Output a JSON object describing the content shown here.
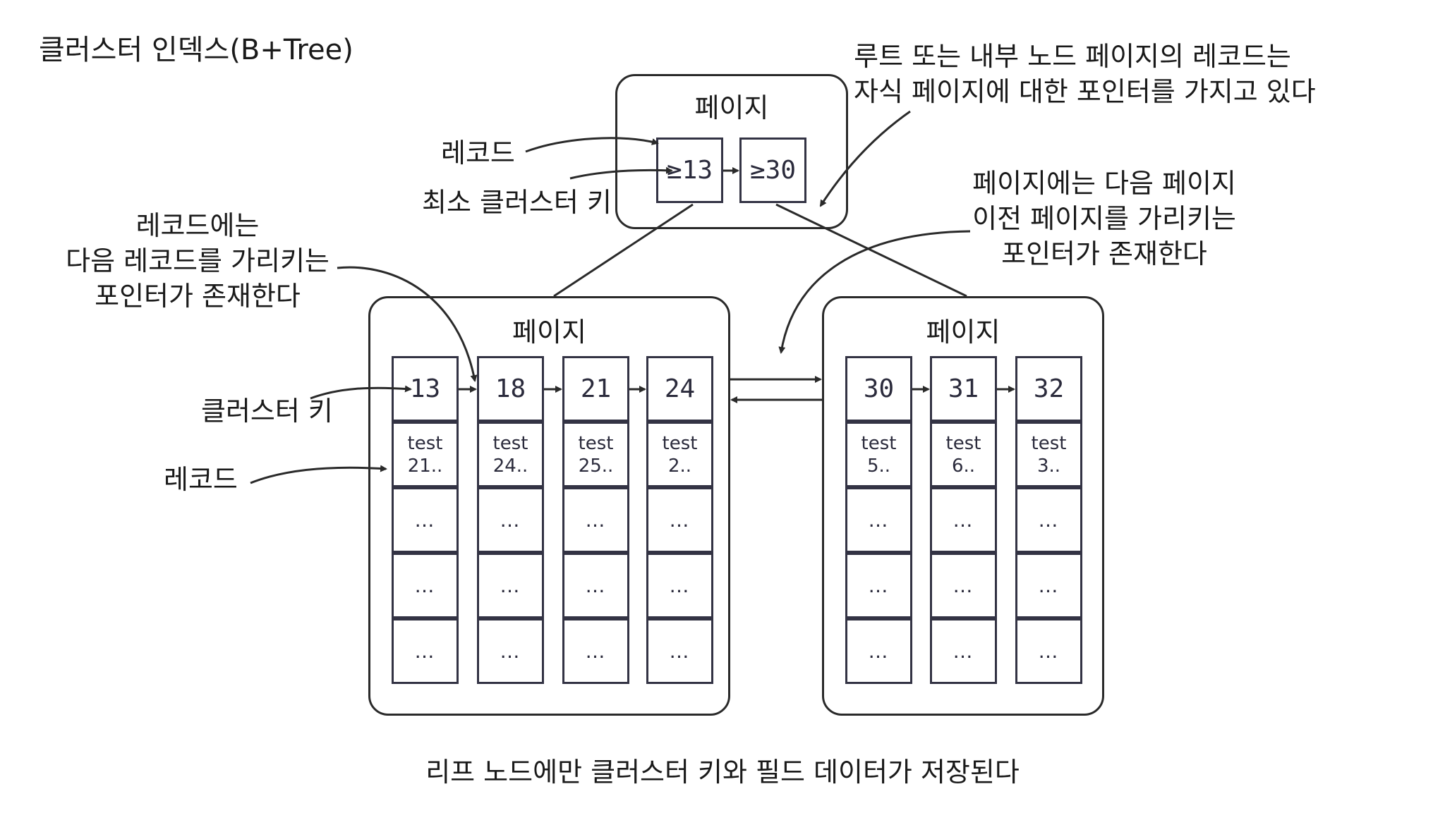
{
  "title": "클러스터 인덱스(B+Tree)",
  "annotations": {
    "root_record_pointer_line1": "루트 또는 내부 노드 페이지의 레코드는",
    "root_record_pointer_line2": "자식 페이지에 대한 포인터를 가지고 있다",
    "record_top": "레코드",
    "min_cluster_key": "최소 클러스터 키",
    "record_next_line1": "레코드에는",
    "record_next_line2": "다음 레코드를 가리키는",
    "record_next_line3": "포인터가 존재한다",
    "page_pointer_line1": "페이지에는 다음 페이지",
    "page_pointer_line2": "이전 페이지를 가리키는",
    "page_pointer_line3": "포인터가 존재한다",
    "cluster_key": "클러스터 키",
    "record_left": "레코드",
    "footer": "리프 노드에만 클러스터 키와 필드 데이터가 저장된다"
  },
  "root_page": {
    "label": "페이지",
    "keys": [
      "≥13",
      "≥30"
    ]
  },
  "leaf_pages": [
    {
      "label": "페이지",
      "keys": [
        "13",
        "18",
        "21",
        "24"
      ],
      "records": [
        {
          "line1": "test",
          "line2": "21.."
        },
        {
          "line1": "test",
          "line2": "24.."
        },
        {
          "line1": "test",
          "line2": "25.."
        },
        {
          "line1": "test",
          "line2": "2.."
        }
      ]
    },
    {
      "label": "페이지",
      "keys": [
        "30",
        "31",
        "32"
      ],
      "records": [
        {
          "line1": "test",
          "line2": "5.."
        },
        {
          "line1": "test",
          "line2": "6.."
        },
        {
          "line1": "test",
          "line2": "3.."
        }
      ]
    }
  ],
  "ellipsis": "…",
  "colors": {
    "stroke": "#2a2a2a",
    "cell_border": "#333344",
    "text": "#1a1a1a"
  }
}
